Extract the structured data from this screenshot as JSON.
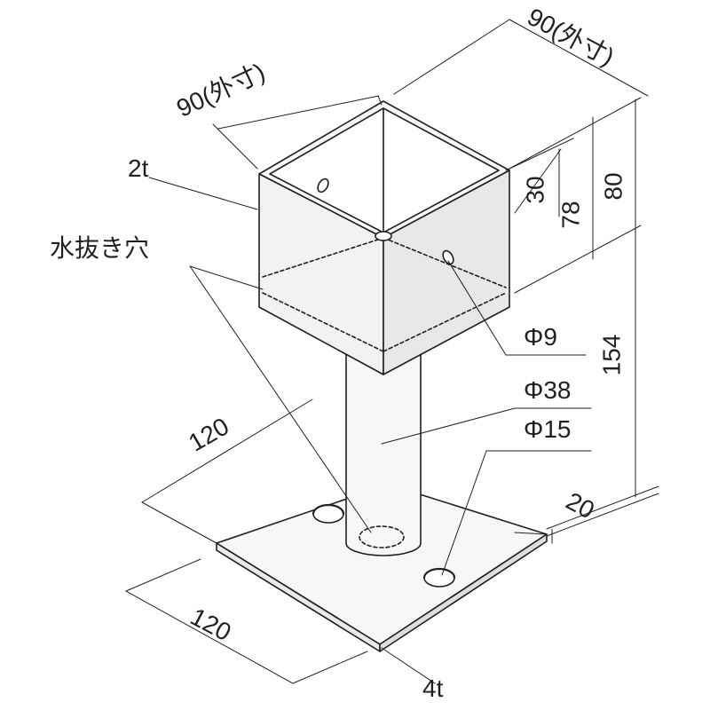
{
  "labels": {
    "top_left_outer": "90(外寸)",
    "top_right_outer": "90(外寸)",
    "thickness_box": "2t",
    "drain_hole": "水抜き穴",
    "height_30": "30",
    "height_78": "78",
    "height_80": "80",
    "height_154": "154",
    "hole_phi9": "Φ9",
    "pipe_phi38": "Φ38",
    "hole_phi15": "Φ15",
    "edge_20": "20",
    "base_120_upper": "120",
    "base_120_lower": "120",
    "thickness_base": "4t"
  },
  "colors": {
    "line": "#231f20",
    "fill": "#f6f6f6"
  }
}
